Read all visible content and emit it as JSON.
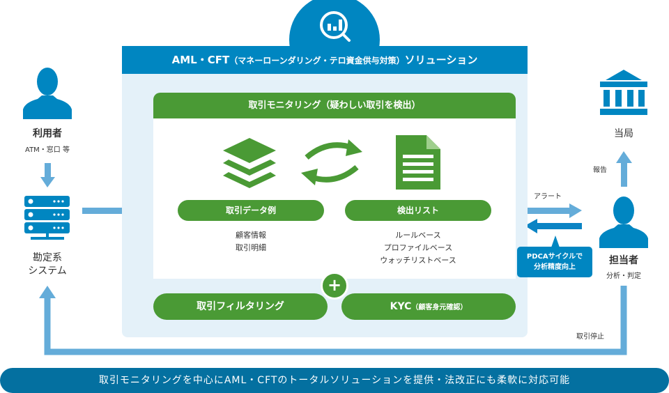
{
  "header": {
    "title_main": "AML・CFT",
    "title_paren": "（マネーローンダリング・テロ資金供与対策）",
    "title_tail": "ソリューション"
  },
  "monitoring": {
    "title": "取引モニタリング（疑わしい取引を検出）",
    "data_pill": "取引データ例",
    "data_items": [
      "顧客情報",
      "取引明細"
    ],
    "list_pill": "検出リスト",
    "list_items": [
      "ルールベース",
      "プロファイルベース",
      "ウォッチリストベース"
    ]
  },
  "plus": "+",
  "filtering": "取引フィルタリング",
  "kyc": {
    "label": "KYC",
    "sub": "（顧客身元確認）"
  },
  "left": {
    "user_label": "利用者",
    "user_sub": "ATM・窓口 等",
    "system_label_1": "勘定系",
    "system_label_2": "システム"
  },
  "right": {
    "authority_label": "当局",
    "report_label": "報告",
    "alert_label": "アラート",
    "staff_label": "担当者",
    "staff_sub": "分析・判定",
    "callout_1": "PDCAサイクルで",
    "callout_2": "分析精度向上",
    "stop_label": "取引停止"
  },
  "banner": "取引モニタリングを中心にAML・CFTのトータルソリューションを提供・法改正にも柔軟に対応可能",
  "colors": {
    "blue": "#0086c1",
    "green": "#4a9a35",
    "arrow": "#64acd9",
    "panel": "#e4f1f9",
    "banner": "#0470a0"
  }
}
